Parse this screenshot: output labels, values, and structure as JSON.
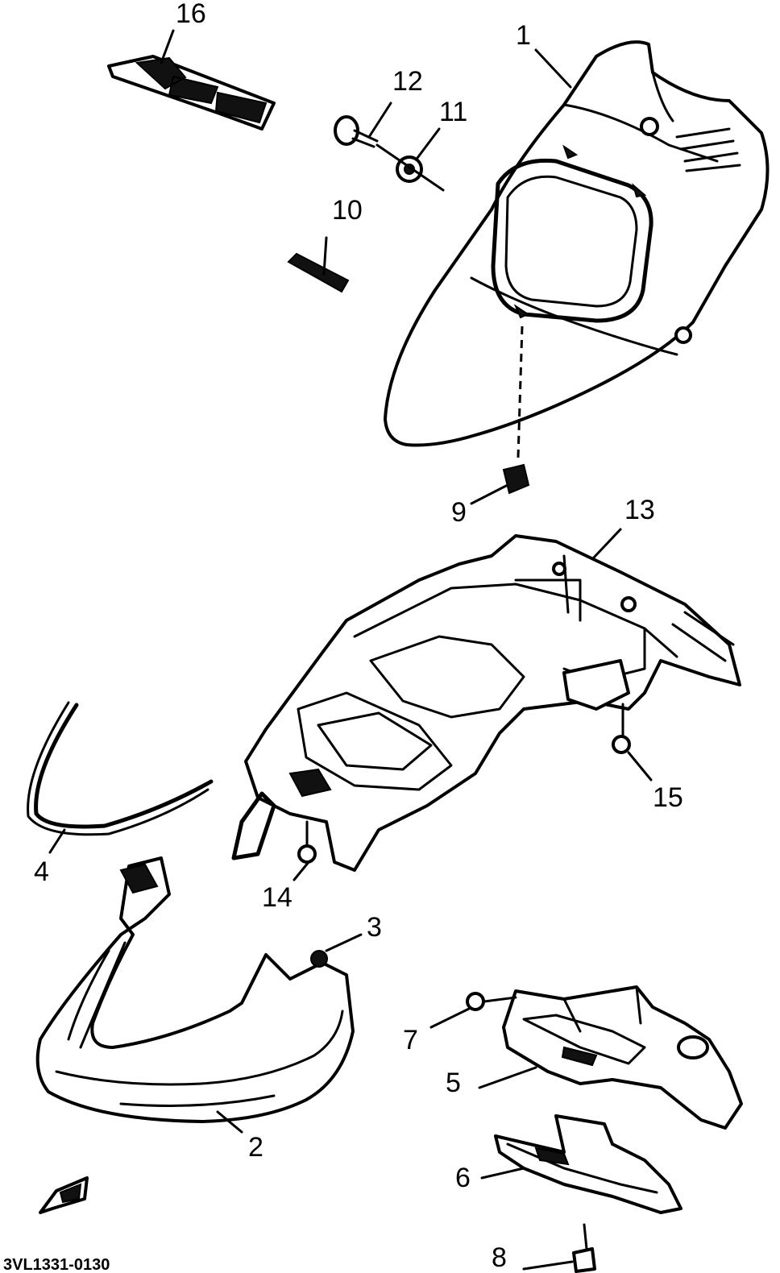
{
  "callouts": {
    "c1": "1",
    "c2": "2",
    "c3": "3",
    "c4": "4",
    "c5": "5",
    "c6": "6",
    "c7": "7",
    "c8": "8",
    "c9": "9",
    "c10": "10",
    "c11": "11",
    "c12": "12",
    "c13": "13",
    "c14": "14",
    "c15": "15",
    "c16": "16"
  },
  "diagram_code": "3VL1331-0130"
}
